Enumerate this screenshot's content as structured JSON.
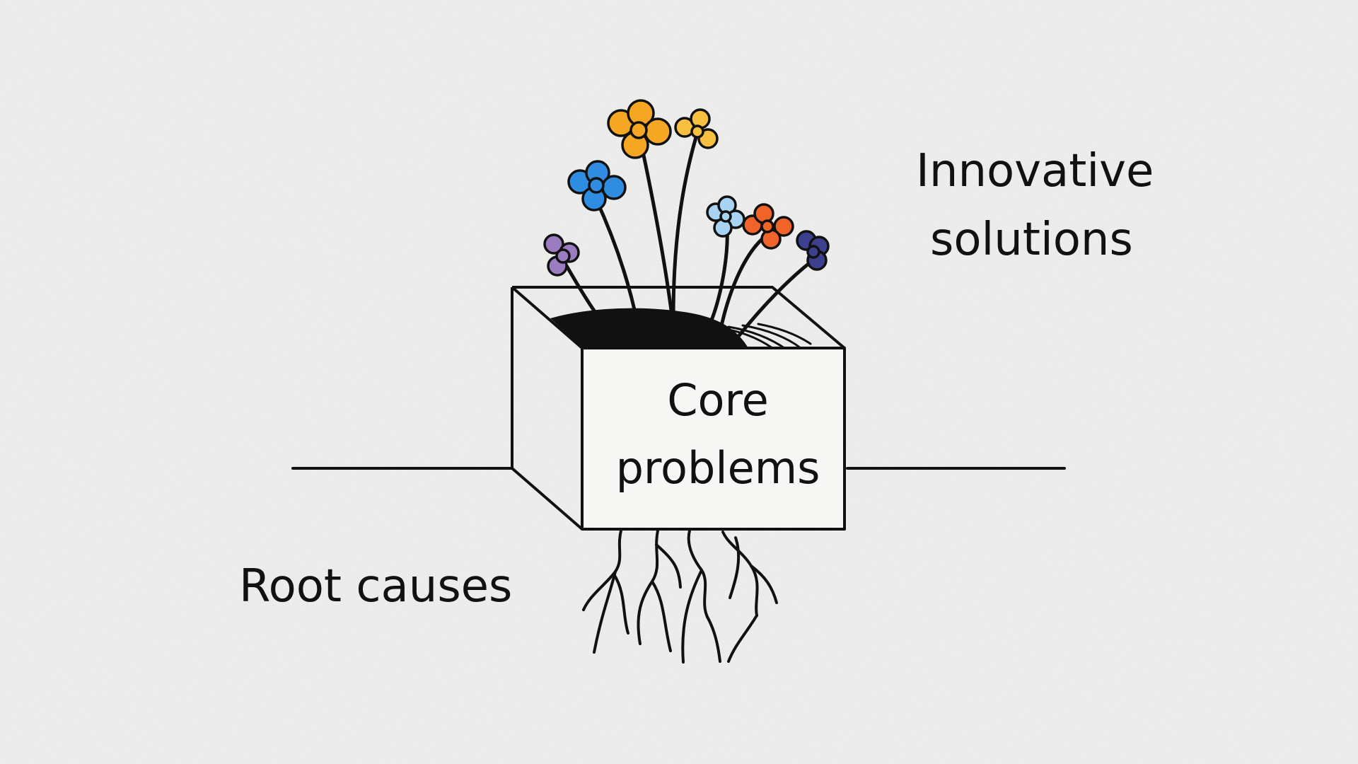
{
  "diagram": {
    "labels": {
      "top_right_line1": "Innovative",
      "top_right_line2": "solutions",
      "box_line1": "Core",
      "box_line2": "problems",
      "bottom_left": "Root causes"
    },
    "colors": {
      "background": "#f3f3f2",
      "ink": "#111111",
      "flower_purple": "#9b7cc0",
      "flower_blue": "#2f8ce0",
      "flower_orange": "#f5a623",
      "flower_yellow": "#f8c041",
      "flower_light_blue": "#a9d3f2",
      "flower_red_orange": "#f0642a",
      "flower_navy": "#3d3f8f"
    },
    "icons": [
      "ground-line-icon",
      "box-icon",
      "soil-icon",
      "flower-icon",
      "roots-icon"
    ]
  }
}
